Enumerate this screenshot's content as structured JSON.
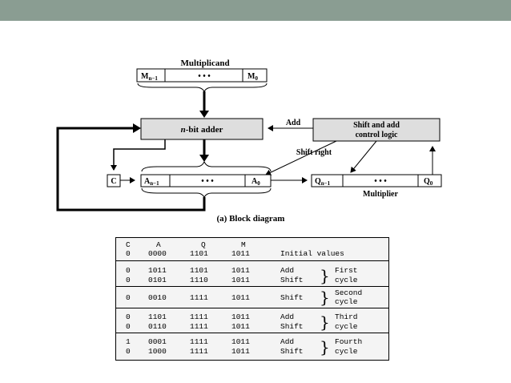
{
  "diagram": {
    "multiplicand_label": "Multiplicand",
    "m_high": "M",
    "m_high_sub": "n−1",
    "m_dots": "• • •",
    "m_low": "M",
    "m_low_sub": "0",
    "adder_label": "n-bit adder",
    "adder_label_rest": "-bit adder",
    "adder_label_n": "n",
    "add_label": "Add",
    "control_label_1": "Shift and add",
    "control_label_2": "control logic",
    "shift_right_label": "Shift right",
    "c_reg": "C",
    "a_high": "A",
    "a_high_sub": "n−1",
    "a_dots": "• • •",
    "a_low": "A",
    "a_low_sub": "0",
    "q_high": "Q",
    "q_high_sub": "n−1",
    "q_dots": "• • •",
    "q_low": "Q",
    "q_low_sub": "0",
    "multiplier_label": "Multiplier",
    "caption": "(a) Block diagram"
  },
  "table": {
    "headers": [
      "C",
      "A",
      "Q",
      "M"
    ],
    "initial": {
      "c": "0",
      "a": "0000",
      "q": "1101",
      "m": "1011",
      "note": "Initial values"
    },
    "cycles": [
      {
        "rows": [
          {
            "c": "0",
            "a": "1011",
            "q": "1101",
            "m": "1011",
            "op": "Add"
          },
          {
            "c": "0",
            "a": "0101",
            "q": "1110",
            "m": "1011",
            "op": "Shift"
          }
        ],
        "label_1": "First",
        "label_2": "cycle"
      },
      {
        "rows": [
          {
            "c": "0",
            "a": "0010",
            "q": "1111",
            "m": "1011",
            "op": "Shift"
          }
        ],
        "label_1": "Second",
        "label_2": "cycle"
      },
      {
        "rows": [
          {
            "c": "0",
            "a": "1101",
            "q": "1111",
            "m": "1011",
            "op": "Add"
          },
          {
            "c": "0",
            "a": "0110",
            "q": "1111",
            "m": "1011",
            "op": "Shift"
          }
        ],
        "label_1": "Third",
        "label_2": "cycle"
      },
      {
        "rows": [
          {
            "c": "1",
            "a": "0001",
            "q": "1111",
            "m": "1011",
            "op": "Add"
          },
          {
            "c": "0",
            "a": "1000",
            "q": "1111",
            "m": "1011",
            "op": "Shift"
          }
        ],
        "label_1": "Fourth",
        "label_2": "cycle"
      }
    ]
  },
  "colors": {
    "top_bar": "#8a9d92",
    "adder_fill": "#dedede",
    "table_fill": "#f4f4f4"
  }
}
